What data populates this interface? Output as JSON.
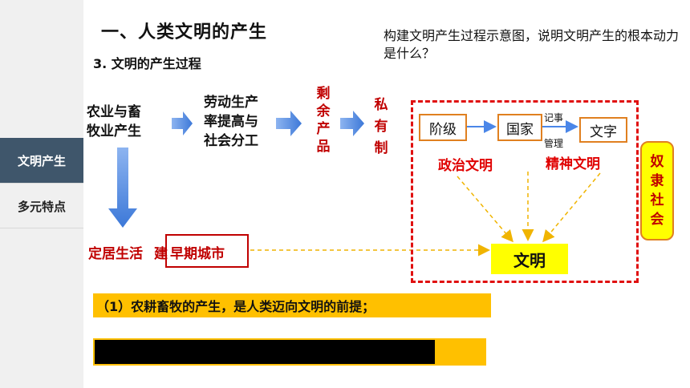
{
  "sidebar": {
    "items": [
      {
        "label": "文明产生",
        "active": true
      },
      {
        "label": "多元特点",
        "active": false
      }
    ]
  },
  "header": {
    "title": "一、人类文明的产生",
    "subtitle": "3. 文明的产生过程",
    "question": "构建文明产生过程示意图，说明文明产生的根本动力是什么？"
  },
  "diagram": {
    "agri": [
      "农业与畜",
      "牧业产生"
    ],
    "labor": [
      "劳动生产",
      "率提高与",
      "社会分工"
    ],
    "surplus": [
      "剩",
      "余",
      "产",
      "品"
    ],
    "private": [
      "私",
      "有",
      "制"
    ],
    "class_box": "阶级",
    "state_box": "国家",
    "writing_box": "文字",
    "record_label": "记事",
    "manage_label": "管理",
    "political": "政治文明",
    "spiritual": "精神文明",
    "slave_society": [
      "奴",
      "隶",
      "社",
      "会"
    ],
    "settled_life": "定居生活",
    "settled_trail": "建",
    "early_city": "早期城市",
    "civilization": "文明"
  },
  "conclusions": {
    "point1": "（1）农耕畜牧的产生，是人类迈向文明的前提；"
  },
  "colors": {
    "sidebar_active": "#3f566b",
    "red_text": "#c00000",
    "bright_red": "#e00000",
    "arrow_blue": "#4a86e8",
    "highlight_yellow": "#ffff00",
    "bar_orange": "#ffc000",
    "box_border": "#e08020"
  }
}
